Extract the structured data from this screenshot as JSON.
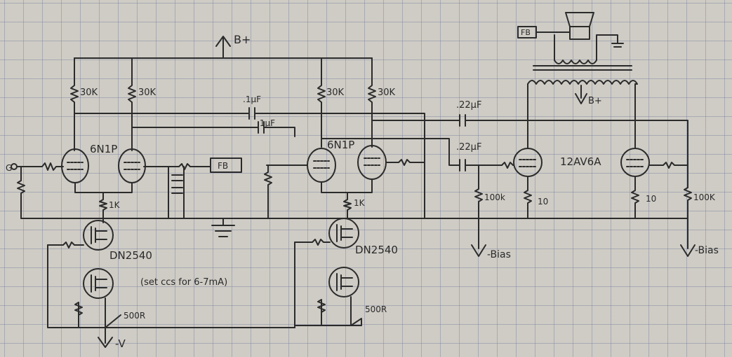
{
  "labels": {
    "bplus_top": "B+",
    "r30k_1": "30K",
    "r30k_2": "30K",
    "r30k_3": "30K",
    "r30k_4": "30K",
    "cap_1uf_a": ".1µF",
    "cap_1uf_b": ".1µF",
    "tube_6n1p_a": "6N1P",
    "tube_6n1p_b": "6N1P",
    "fb_left": "FB",
    "fb_top": "FB",
    "r1k_a": "1K",
    "r1k_b": "1K",
    "dn2540_a": "DN2540",
    "dn2540_b": "DN2540",
    "ccs_note": "(set ccs for 6-7mA)",
    "r500_a": "500R",
    "r500_b": "500R",
    "minus_v": "-V",
    "cap_22_a": ".22µF",
    "cap_22_b": ".22µF",
    "bplus_ot": "B+",
    "tube_12av6a": "12AV6A",
    "r100k_a": "100k",
    "r100k_b": "100K",
    "r10_a": "10",
    "r10_b": "10",
    "bias_a": "-Bias",
    "bias_b": "-Bias",
    "input_g": "G"
  }
}
